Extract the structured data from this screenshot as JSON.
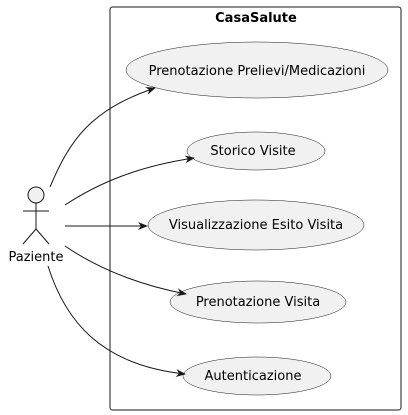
{
  "system": {
    "title": "CasaSalute"
  },
  "actor": {
    "name": "Paziente"
  },
  "use_cases": [
    {
      "label": "Prenotazione Prelievi/Medicazioni"
    },
    {
      "label": "Storico Visite"
    },
    {
      "label": "Visualizzazione Esito Visita"
    },
    {
      "label": "Prenotazione Visita"
    },
    {
      "label": "Autenticazione"
    }
  ]
}
